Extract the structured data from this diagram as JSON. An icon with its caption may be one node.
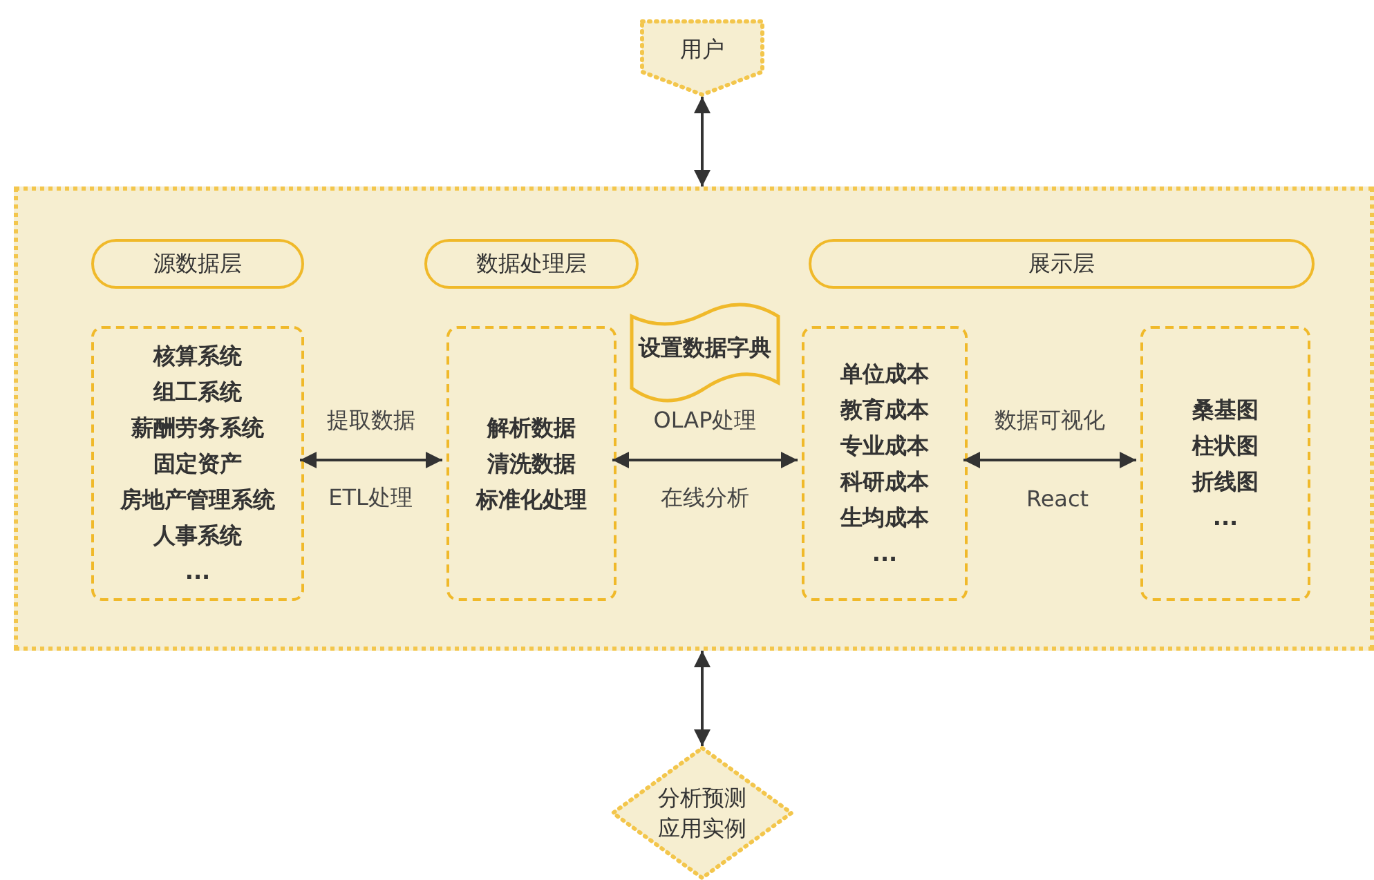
{
  "diagram": {
    "nodes": [
      {
        "text": [
          "用户"
        ]
      },
      {
        "text": [],
        "shape": "box"
      },
      {
        "text": [
          "源数据层"
        ],
        "in": 1
      },
      {
        "text": [
          "数据处理层"
        ],
        "in": 1
      },
      {
        "text": [
          "展示层"
        ],
        "in": 1
      },
      {
        "text": [
          "核算系统",
          "组工系统",
          "薪酬劳务系统",
          "固定资产",
          "房地产管理系统",
          "人事系统",
          "..."
        ],
        "in": 1
      },
      {
        "text": [
          "解析数据",
          "清洗数据",
          "标准化处理"
        ],
        "in": 1
      },
      {
        "text": [
          "设置数据字典"
        ],
        "in": 1
      },
      {
        "text": [
          "单位成本",
          "教育成本",
          "专业成本",
          "科研成本",
          "生均成本",
          "..."
        ],
        "in": 1
      },
      {
        "text": [
          "桑基图",
          "柱状图",
          "折线图",
          "..."
        ],
        "in": 1
      },
      {
        "text": [
          "分析预测应用实例"
        ]
      }
    ],
    "edges": [
      {
        "from": 0,
        "to": 1,
        "arrow": "both"
      },
      {
        "from": 5,
        "to": 6,
        "arrow": "both",
        "label": "提取数据"
      },
      {
        "from": 6,
        "to": 8,
        "arrow": "both",
        "label": "OLAP处理"
      },
      {
        "from": 8,
        "to": 9,
        "arrow": "both",
        "label": "数据可视化"
      },
      {
        "from": 1,
        "to": 10,
        "arrow": "both"
      }
    ],
    "labels": [
      "ETL处理",
      "在线分析",
      "React"
    ]
  }
}
